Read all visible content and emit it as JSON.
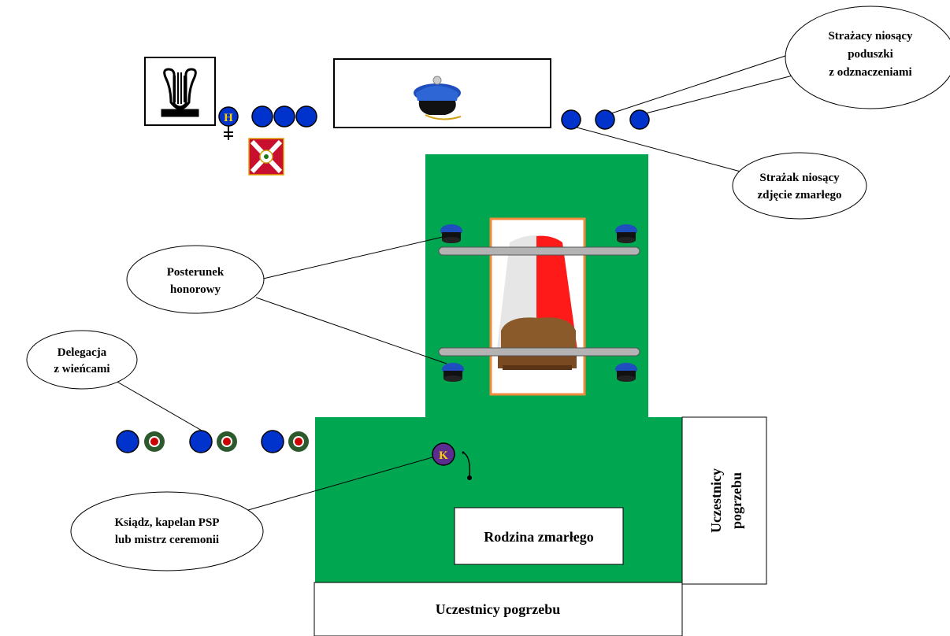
{
  "labels": {
    "cushion_bearers": [
      "Strażacy niosący",
      "poduszki",
      "z odznaczeniami"
    ],
    "photo_bearer": [
      "Strażak niosący",
      "zdjęcie zmarłego"
    ],
    "honor_guard": [
      "Posterunek",
      "honorowy"
    ],
    "wreath_delegation": [
      "Delegacja",
      "z wieńcami"
    ],
    "priest": [
      "Ksiądz, kapelan PSP",
      "lub mistrz ceremonii"
    ],
    "family": "Rodzina zmarłego",
    "participants_bottom": "Uczestnicy pogrzebu",
    "participants_side": [
      "Uczestnicy",
      "pogrzebu"
    ]
  },
  "markers": {
    "standard_bearer_letter": "H",
    "priest_letter": "K"
  },
  "colors": {
    "ground": "#00a650",
    "person": "#0033cc",
    "priest_fill": "#5b2d8e",
    "letter": "#ffd200",
    "coffin_border": "#f08a3c",
    "flag_red": "#ff1a1a",
    "flag_white": "#e6e6e6",
    "pole": "#b3b3b3"
  },
  "icons": {
    "band": "lyre-icon",
    "cap": "firefighter-cap-icon",
    "banner": "banner-icon",
    "wreath": "wreath-icon",
    "coffin": "coffin-icon"
  }
}
